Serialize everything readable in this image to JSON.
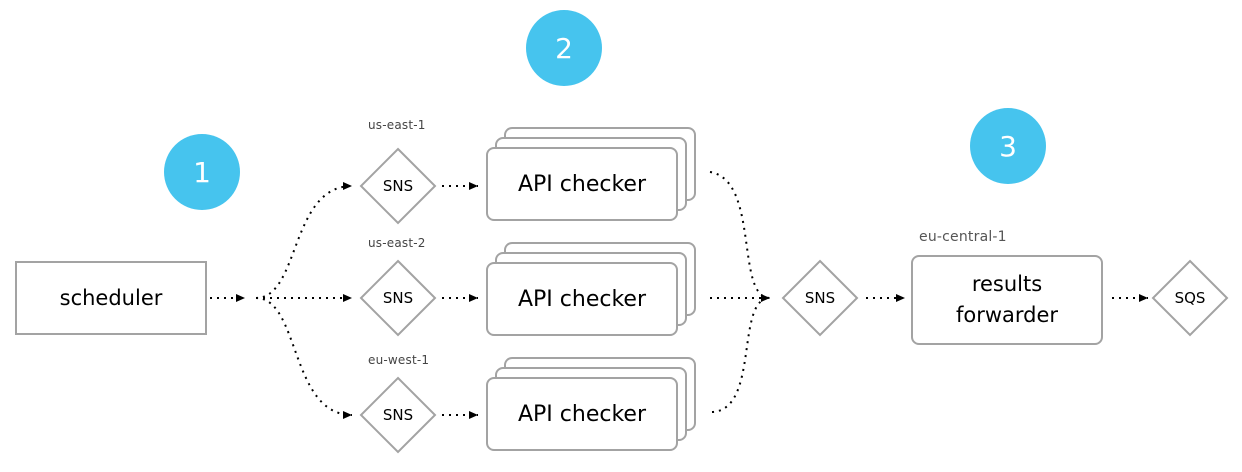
{
  "badges": [
    "1",
    "2",
    "3"
  ],
  "scheduler": {
    "label": "scheduler"
  },
  "regions": [
    "us-east-1",
    "us-east-2",
    "eu-west-1"
  ],
  "checkers": [
    "API checker",
    "API checker",
    "API checker"
  ],
  "sns_label": "SNS",
  "central": {
    "region": "eu-central-1",
    "sns_label": "SNS",
    "forwarder_line1": "results",
    "forwarder_line2": "forwarder",
    "queue_label": "SQS"
  },
  "colors": {
    "badge": "#46c4ee",
    "border": "#a3a3a3",
    "arrow": "#000000"
  }
}
